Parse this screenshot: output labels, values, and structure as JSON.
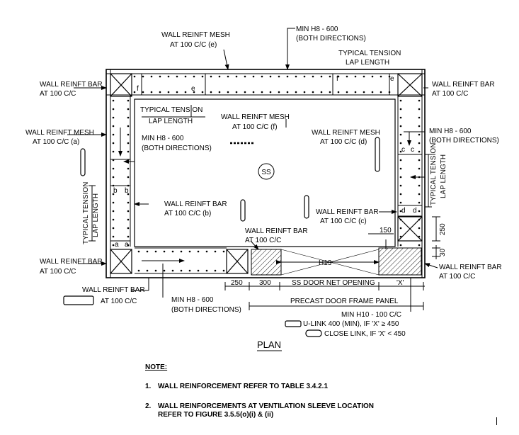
{
  "labels": {
    "mesh_top": [
      "WALL REINFT MESH",
      "AT 100 C/C (e)"
    ],
    "minh8_top": [
      "MIN H8 - 600",
      "(BOTH DIRECTIONS)"
    ],
    "tension_top": [
      "TYPICAL TENSION",
      "LAP LENGTH"
    ],
    "bar_left_top": [
      "WALL REINFT BAR",
      "AT 100 C/C"
    ],
    "bar_right_top": [
      "WALL REINFT BAR",
      "AT 100 C/C"
    ],
    "tension_inner": [
      "TYPICAL TENSION",
      "LAP LENGTH"
    ],
    "mesh_center": [
      "WALL REINFT MESH",
      "AT 100 C/C (f)"
    ],
    "mesh_left": [
      "WALL REINFT MESH",
      "AT 100 C/C (a)"
    ],
    "minh8_left": [
      "MIN H8 - 600",
      "(BOTH DIRECTIONS)"
    ],
    "mesh_right": [
      "WALL REINFT MESH",
      "AT 100 C/C (d)"
    ],
    "minh8_right": [
      "MIN H8 - 600",
      "(BOTH DIRECTIONS)"
    ],
    "bar_b": [
      "WALL REINFT BAR",
      "AT 100 C/C (b)"
    ],
    "bar_c": [
      "WALL REINFT BAR",
      "AT 100 C/C (c)"
    ],
    "bar_door": [
      "WALL REINFT BAR",
      "AT 100 C/C"
    ],
    "bar_left_bottom": [
      "WALL REINFT BAR",
      "AT 100 C/C"
    ],
    "bar_right_bottom": [
      "WALL REINFT BAR",
      "AT 100 C/C"
    ],
    "bar_legend": [
      "WALL REINFT BAR",
      "AT 100 C/C"
    ],
    "minh8_bottom": [
      "MIN H8 - 600",
      "(BOTH DIRECTIONS)"
    ],
    "tension_left_vertical": [
      "TYPICAL TENSION",
      "LAP LENGTH"
    ],
    "tension_right_vertical": [
      "TYPICAL TENSION",
      "LAP LENGTH"
    ],
    "ss": "SS",
    "h13": "H13",
    "minh10": "MIN H10 - 100 C/C",
    "ulink": "U-LINK 400 (MIN), IF 'X' ≥ 450",
    "closelink": "CLOSE LINK, IF 'X' < 450",
    "plan": "PLAN"
  },
  "dims": {
    "d250": "250",
    "d300": "300",
    "door_opening": "SS DOOR NET OPENING",
    "x": "'X'",
    "d150": "150",
    "d250v": "250",
    "d30": "30",
    "door_panel": "PRECAST DOOR FRAME PANEL"
  },
  "letters": {
    "a": "a",
    "b": "b",
    "c": "c",
    "d": "d",
    "e": "e",
    "f": "f"
  },
  "notes": {
    "heading": "NOTE:",
    "items": [
      {
        "num": "1.",
        "lines": [
          "WALL REINFORCEMENT REFER TO TABLE 3.4.2.1"
        ]
      },
      {
        "num": "2.",
        "lines": [
          "WALL REINFORCEMENTS AT VENTILATION SLEEVE LOCATION",
          "REFER TO FIGURE 3.5.5(o)(i) & (ii)"
        ]
      }
    ]
  }
}
